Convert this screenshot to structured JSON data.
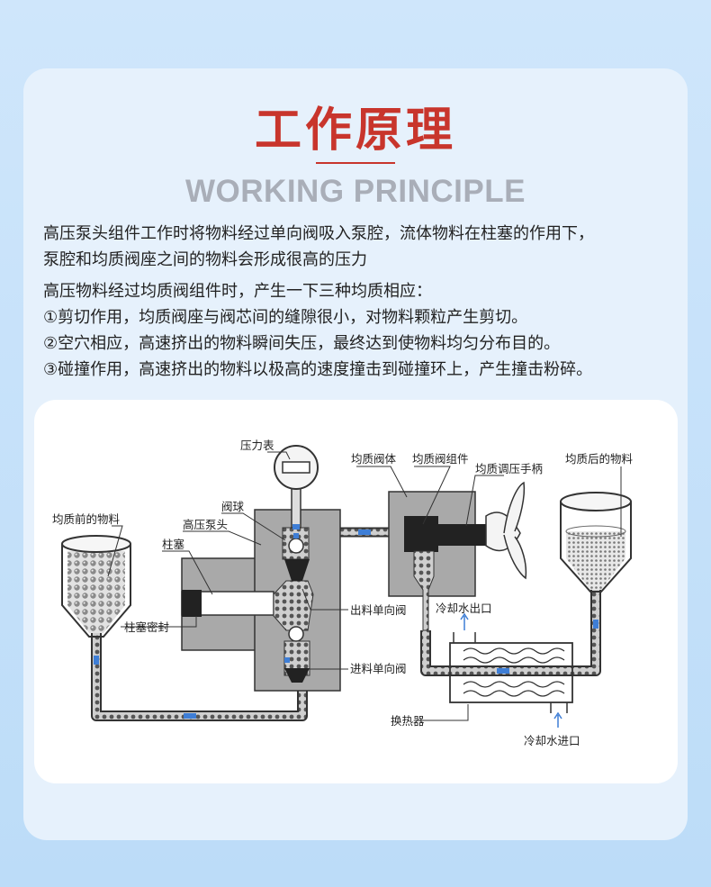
{
  "header": {
    "title": "工作原理",
    "subtitle": "WORKING PRINCIPLE"
  },
  "body": {
    "lines": [
      "高压泵头组件工作时将物料经过单向阀吸入泵腔，流体物料在柱塞的作用下，",
      "泵腔和均质阀座之间的物料会形成很高的压力",
      "高压物料经过均质阀组件时，产生一下三种均质相应：",
      "①剪切作用，均质阀座与阀芯间的缝隙很小，对物料颗粒产生剪切。",
      "②空穴相应，高速挤出的物料瞬间失压，最终达到使物料均匀分布目的。",
      "③碰撞作用，高速挤出的物料以极高的速度撞击到碰撞环上，产生撞击粉碎。"
    ]
  },
  "diagram": {
    "labels": {
      "pressure_gauge": "压力表",
      "valve_ball": "阀球",
      "pump_head": "高压泵头",
      "plunger": "柱塞",
      "material_before": "均质前的物料",
      "plunger_seal": "柱塞密封",
      "outlet_check_valve": "出料单向阀",
      "inlet_check_valve": "进料单向阀",
      "homogenizing_valve_body": "均质阀体",
      "homogenizing_valve_assembly": "均质阀组件",
      "pressure_handle": "均质调压手柄",
      "material_after": "均质后的物料",
      "cooling_water_outlet": "冷却水出口",
      "heat_exchanger": "换热器",
      "cooling_water_inlet": "冷却水进口"
    }
  },
  "colors": {
    "title": "#c8352c",
    "subtitle": "#a9aeb8",
    "background": "#cfe6fb",
    "card": "#e6f1fc",
    "diagram_gray": "#a9a9a9",
    "flow_blue": "#3e7ed6"
  }
}
